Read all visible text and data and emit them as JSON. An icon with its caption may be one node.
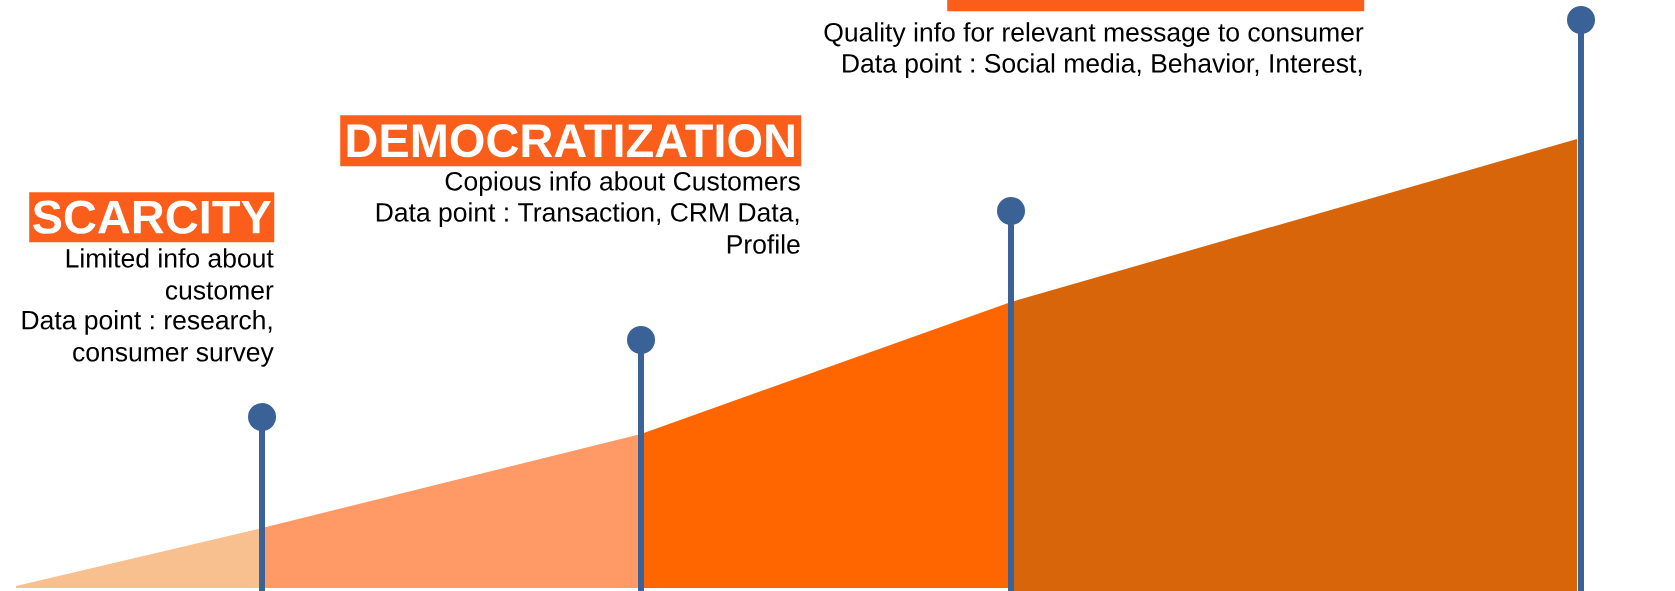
{
  "diagram": {
    "nodes": [
      {
        "text": [],
        "shape": "bar",
        "beside": [
          "Quality info for relevant message to consumer",
          "Data point : Social media, Behavior, Interest,"
        ]
      },
      {
        "text": [
          "DEMOCRATIZATION"
        ],
        "beside": [
          "Copious info about Customers",
          "Data point : Transaction, CRM Data, Profile"
        ]
      },
      {
        "text": [
          "SCARCITY"
        ],
        "beside": [
          "Limited info about customer",
          "Data point : research, consumer survey"
        ]
      }
    ]
  }
}
